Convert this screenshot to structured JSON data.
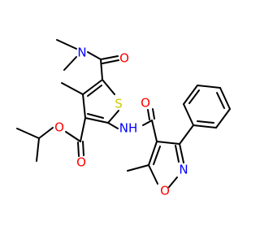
{
  "colors": {
    "bond": "#000000",
    "carbon": "#000000",
    "oxygen": "#ff0000",
    "nitrogen": "#0000ff",
    "sulfur": "#cccc00",
    "background": "#ffffff"
  },
  "atom_labels": [
    {
      "id": "n_amide_top",
      "text": "N",
      "element": "N"
    },
    {
      "id": "o_amide_top",
      "text": "O",
      "element": "O"
    },
    {
      "id": "s_thiophene",
      "text": "S",
      "element": "S"
    },
    {
      "id": "o_ester_single",
      "text": "O",
      "element": "O"
    },
    {
      "id": "o_ester_carbonyl",
      "text": "O",
      "element": "O"
    },
    {
      "id": "nh_linker",
      "text": "NH",
      "element": "N"
    },
    {
      "id": "o_amide_linker",
      "text": "O",
      "element": "O"
    },
    {
      "id": "n_isoxazole",
      "text": "N",
      "element": "N"
    },
    {
      "id": "o_isoxazole",
      "text": "O",
      "element": "O"
    }
  ]
}
